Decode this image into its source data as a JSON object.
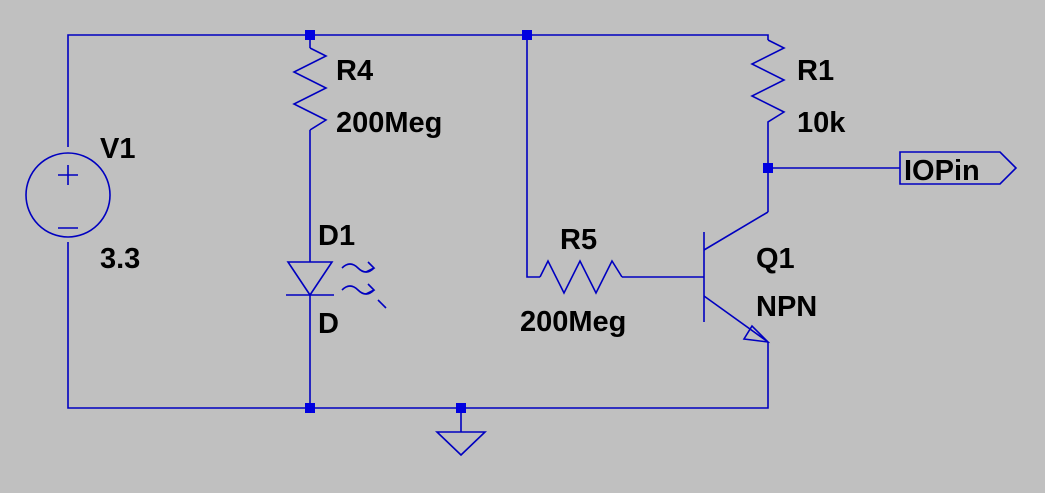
{
  "schematic": {
    "components": {
      "v1": {
        "name": "V1",
        "value": "3.3"
      },
      "r4": {
        "name": "R4",
        "value": "200Meg"
      },
      "r1": {
        "name": "R1",
        "value": "10k"
      },
      "d1": {
        "name": "D1",
        "value": "D"
      },
      "r5": {
        "name": "R5",
        "value": "200Meg"
      },
      "q1": {
        "name": "Q1",
        "value": "NPN"
      }
    },
    "net_label": "IOPin"
  },
  "colors": {
    "background": "#c0c0c0",
    "wire": "#0000c0",
    "node": "#0000e0",
    "text": "#000000"
  },
  "icons": {
    "voltage_source": "voltage-source-icon",
    "ground": "ground-icon",
    "photodiode": "photodiode-icon"
  }
}
